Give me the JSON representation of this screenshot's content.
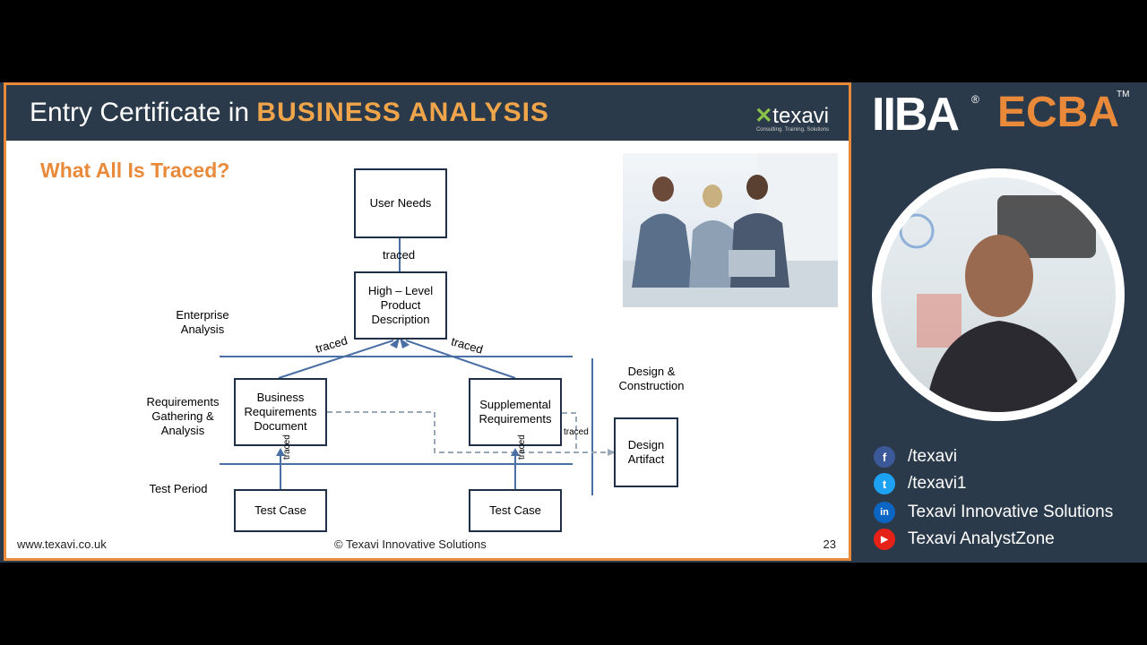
{
  "slide": {
    "title_prefix": "Entry Certificate in ",
    "title_bold": "BUSINESS ANALYSIS",
    "logo_text": "texavi",
    "logo_tagline": "Consulting. Training. Solutions",
    "section_title": "What All Is Traced?",
    "diagram": {
      "boxes": {
        "user_needs": "User Needs",
        "hl_product": "High – Level Product Description",
        "brd": "Business Requirements Document",
        "supplemental": "Supplemental Requirements",
        "design_artifact": "Design Artifact",
        "test_case_1": "Test Case",
        "test_case_2": "Test Case"
      },
      "labels": {
        "enterprise": "Enterprise Analysis",
        "req_gathering": "Requirements Gathering & Analysis",
        "test_period": "Test Period",
        "design_construction": "Design & Construction",
        "traced": "traced"
      }
    },
    "footer": {
      "website": "www.texavi.co.uk",
      "copyright": "© Texavi Innovative Solutions",
      "page_number": "23"
    }
  },
  "sidebar": {
    "iiba": "IIBA",
    "iiba_reg": "®",
    "ecba": "ECBA",
    "ecba_tm": "TM",
    "social": [
      {
        "icon": "facebook-icon",
        "glyph": "f",
        "color": "#3b5998",
        "text": "/texavi"
      },
      {
        "icon": "twitter-icon",
        "glyph": "t",
        "color": "#1da1f2",
        "text": "/texavi1"
      },
      {
        "icon": "linkedin-icon",
        "glyph": "in",
        "color": "#0a66c2",
        "text": "Texavi Innovative Solutions"
      },
      {
        "icon": "youtube-icon",
        "glyph": "▶",
        "color": "#e62117",
        "text": "Texavi AnalystZone"
      }
    ]
  },
  "colors": {
    "accent": "#e98a3a",
    "panel": "#2b3a4a",
    "line": "#4a6fa5"
  }
}
